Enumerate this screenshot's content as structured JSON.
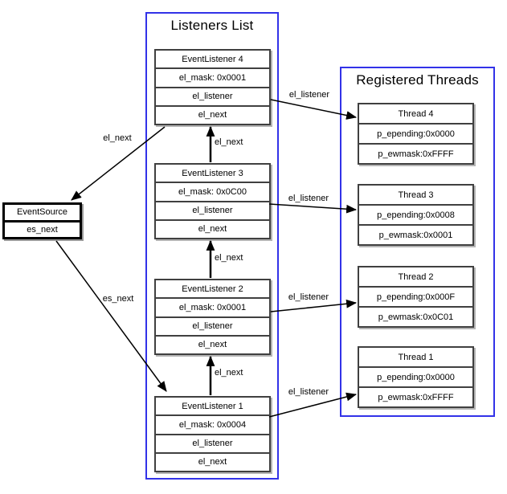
{
  "colors": {
    "panel_border": "#3232e8",
    "node_border": "#404040",
    "event_source_border": "#000000",
    "text": "#000000",
    "background": "#ffffff"
  },
  "listeners_panel": {
    "title": "Listeners List",
    "nodes": [
      {
        "title": "EventListener 4",
        "fields": [
          "el_mask: 0x0001",
          "el_listener",
          "el_next"
        ]
      },
      {
        "title": "EventListener 3",
        "fields": [
          "el_mask: 0x0C00",
          "el_listener",
          "el_next"
        ]
      },
      {
        "title": "EventListener 2",
        "fields": [
          "el_mask: 0x0001",
          "el_listener",
          "el_next"
        ]
      },
      {
        "title": "EventListener 1",
        "fields": [
          "el_mask: 0x0004",
          "el_listener",
          "el_next"
        ]
      }
    ]
  },
  "threads_panel": {
    "title": "Registered Threads",
    "nodes": [
      {
        "title": "Thread 4",
        "fields": [
          "p_epending:0x0000",
          "p_ewmask:0xFFFF"
        ]
      },
      {
        "title": "Thread 3",
        "fields": [
          "p_epending:0x0008",
          "p_ewmask:0x0001"
        ]
      },
      {
        "title": "Thread 2",
        "fields": [
          "p_epending:0x000F",
          "p_ewmask:0x0C01"
        ]
      },
      {
        "title": "Thread 1",
        "fields": [
          "p_epending:0x0000",
          "p_ewmask:0xFFFF"
        ]
      }
    ]
  },
  "event_source": {
    "title": "EventSource",
    "fields": [
      "es_next"
    ]
  },
  "edge_labels": {
    "el_next": "el_next",
    "es_next": "es_next",
    "el_listener": "el_listener"
  }
}
